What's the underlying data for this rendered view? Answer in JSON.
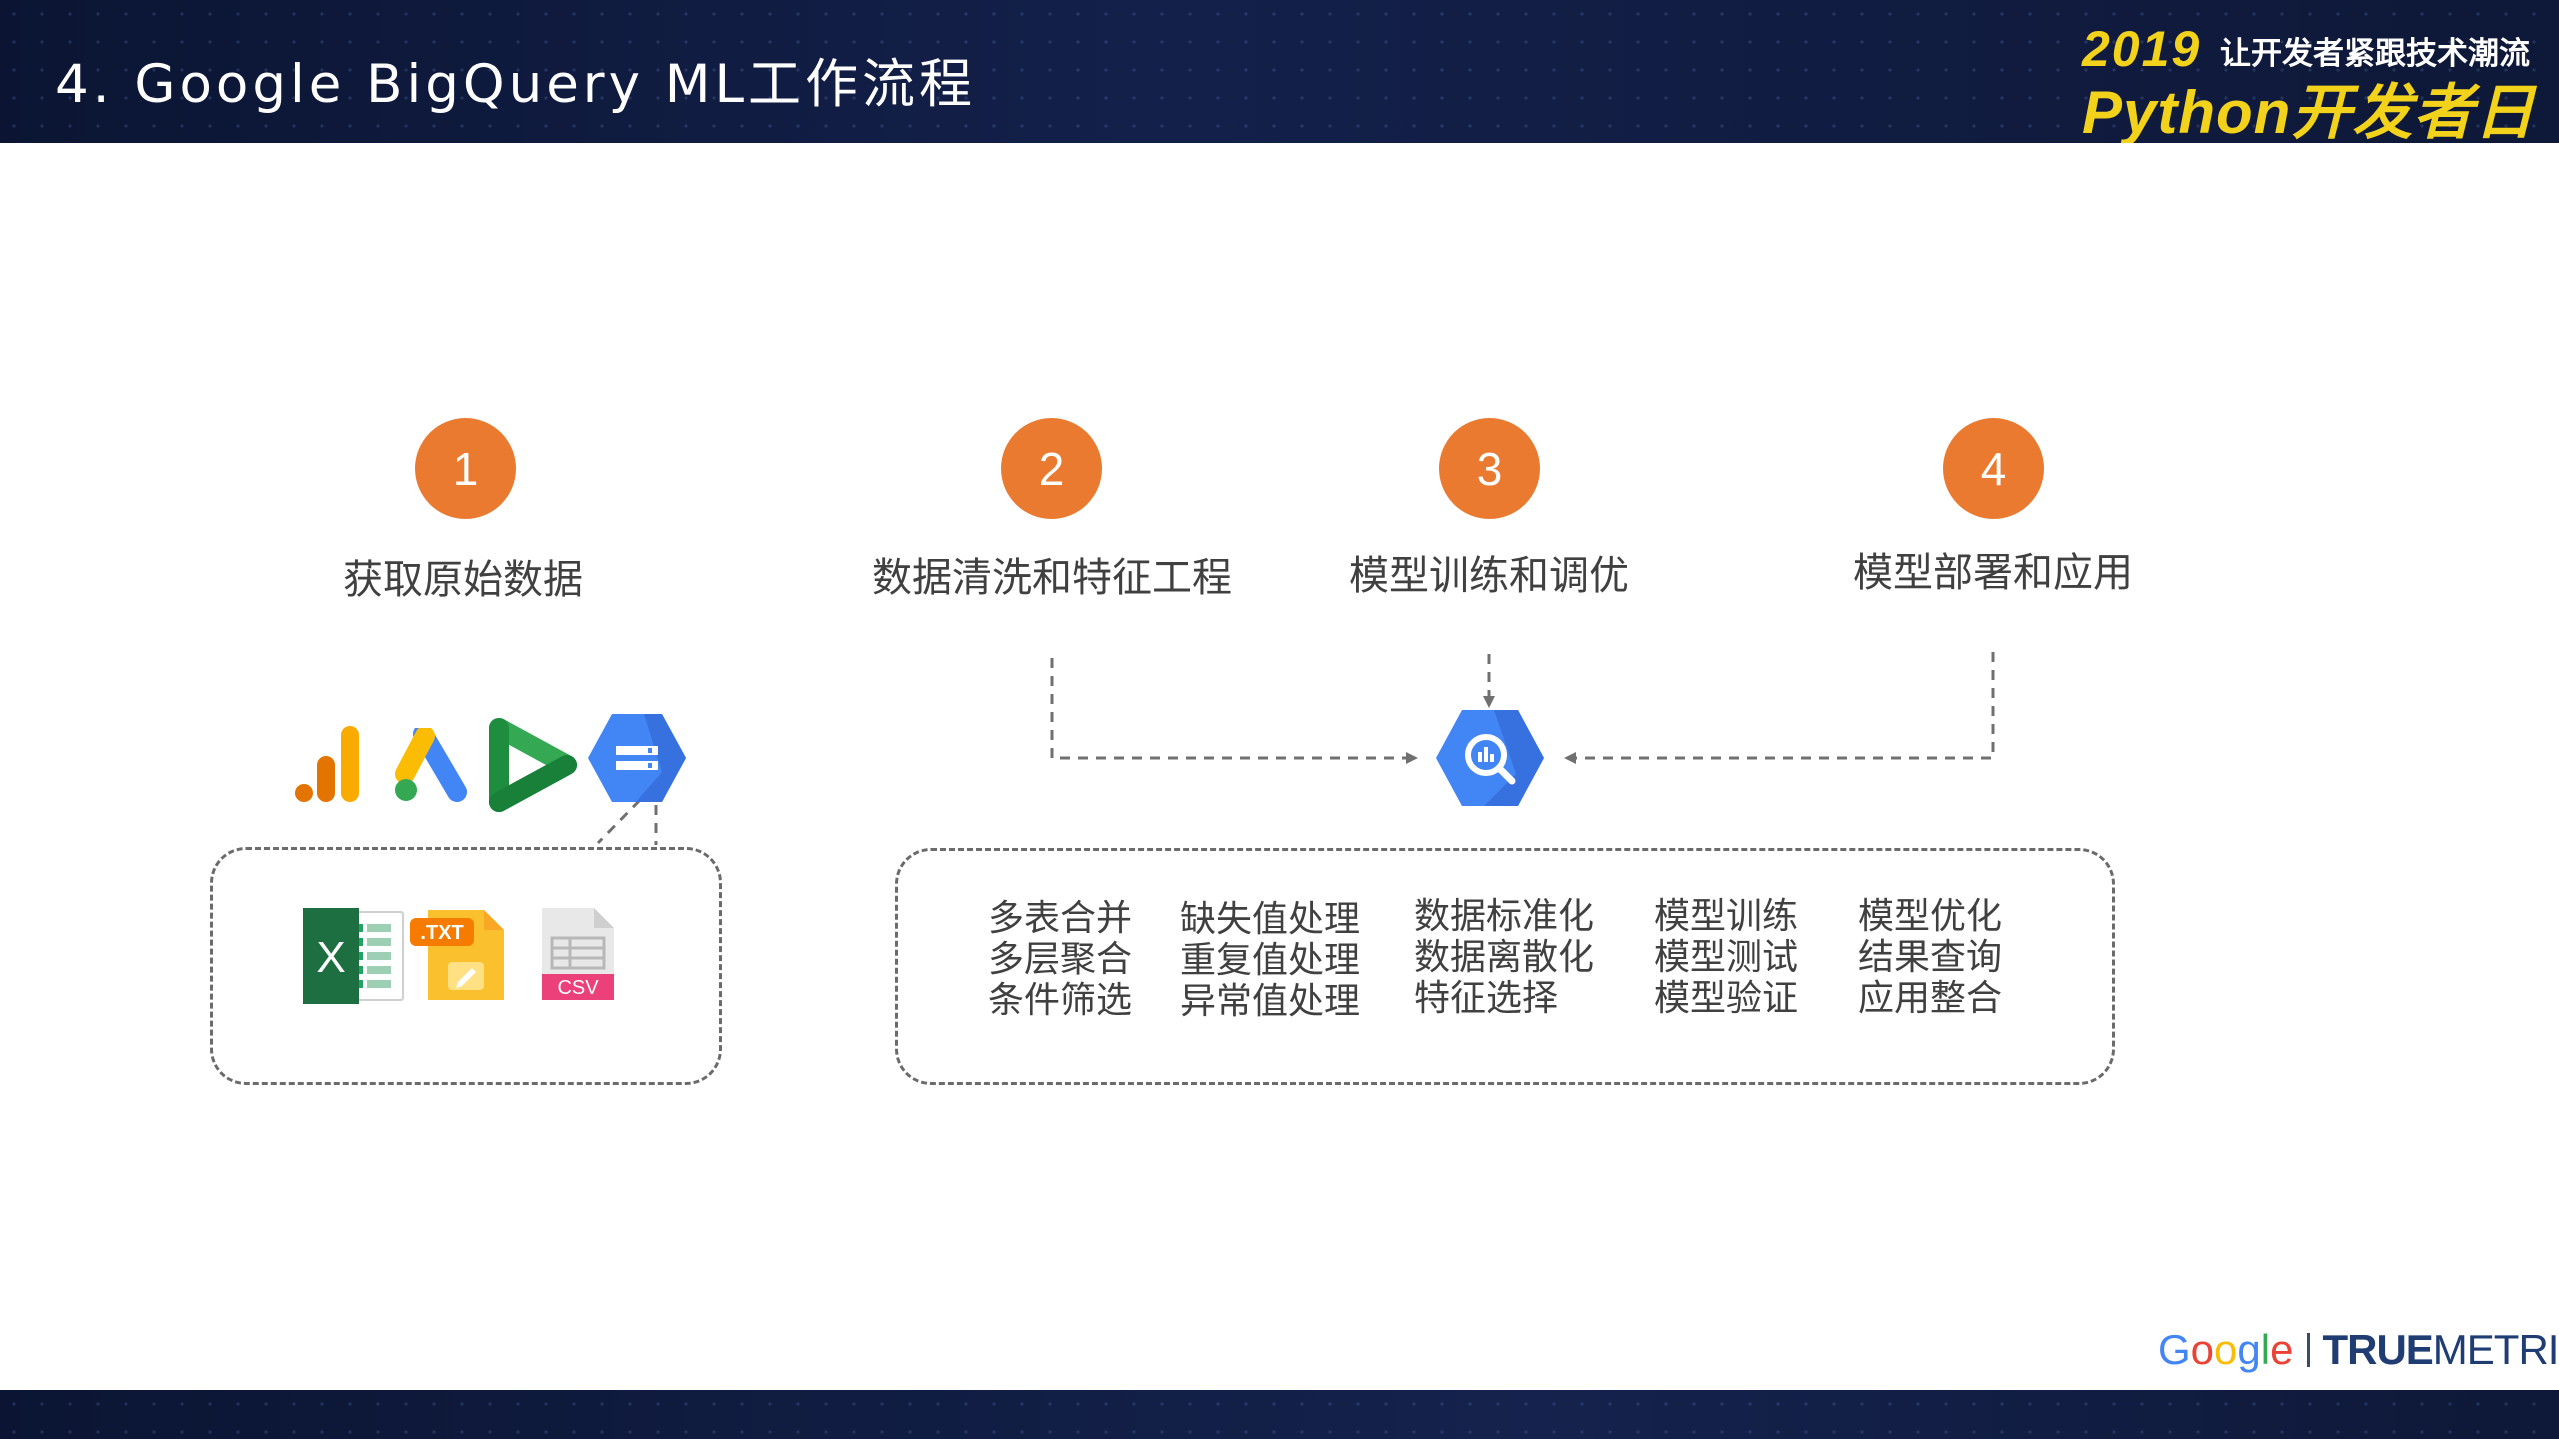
{
  "header": {
    "title": "4. Google BigQuery ML工作流程",
    "event_year": "2019",
    "event_slogan": "让开发者紧跟技术潮流",
    "event_name": "Python开发者日"
  },
  "steps": [
    {
      "number": "1",
      "label": "获取原始数据"
    },
    {
      "number": "2",
      "label": "数据清洗和特征工程"
    },
    {
      "number": "3",
      "label": "模型训练和调优"
    },
    {
      "number": "4",
      "label": "模型部署和应用"
    }
  ],
  "sources": {
    "services": [
      "analytics-icon",
      "google-ads-icon",
      "display-video-icon",
      "cloud-storage-icon"
    ],
    "files": [
      {
        "icon": "excel-icon",
        "label": "X"
      },
      {
        "icon": "txt-file-icon",
        "label": ".TXT"
      },
      {
        "icon": "csv-file-icon",
        "label": "CSV"
      }
    ]
  },
  "bigquery": {
    "icon": "bigquery-icon"
  },
  "tasks": [
    [
      "多表合并",
      "多层聚合",
      "条件筛选"
    ],
    [
      "缺失值处理",
      "重复值处理",
      "异常值处理"
    ],
    [
      "数据标准化",
      "数据离散化",
      "特征选择"
    ],
    [
      "模型训练",
      "模型测试",
      "模型验证"
    ],
    [
      "模型优化",
      "结果查询",
      "应用整合"
    ]
  ],
  "brand": {
    "google": [
      "G",
      "o",
      "o",
      "g",
      "l",
      "e"
    ],
    "google_colors": [
      "#4285F4",
      "#EA4335",
      "#FBBC05",
      "#4285F4",
      "#34A853",
      "#EA4335"
    ],
    "truemetrics_bold": "TRUE",
    "truemetrics_light": "METRICS"
  },
  "colors": {
    "accent_orange": "#ea7a30",
    "header_navy": "#0b1533",
    "event_yellow": "#f2d21b",
    "bigquery_blue": "#4285F4"
  }
}
